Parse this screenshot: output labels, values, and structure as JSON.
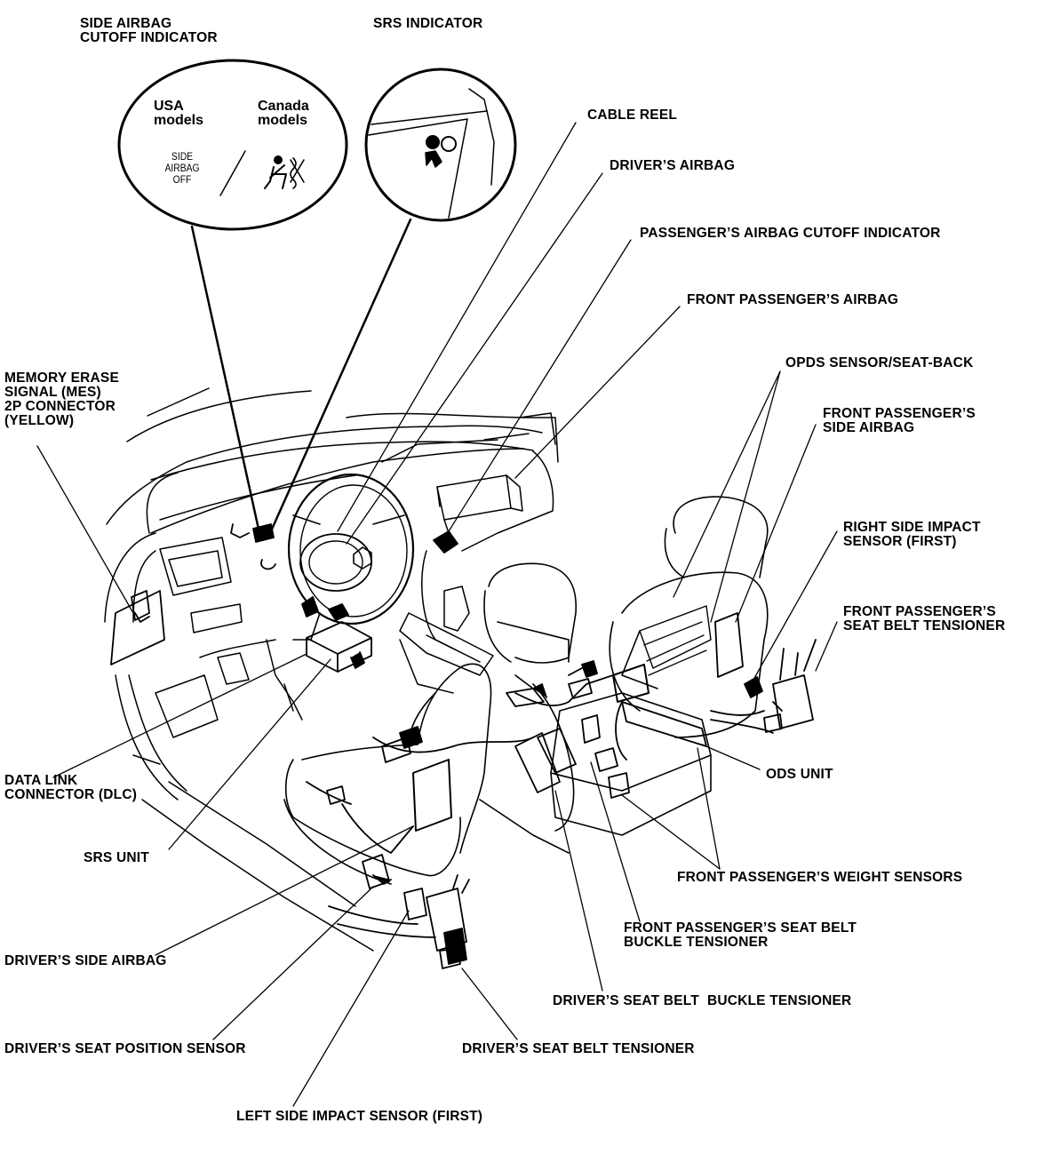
{
  "labels": {
    "side_airbag_cutoff_indicator": "SIDE AIRBAG\nCUTOFF INDICATOR",
    "srs_indicator": "SRS INDICATOR",
    "cable_reel": "CABLE REEL",
    "drivers_airbag": "DRIVER’S AIRBAG",
    "passengers_airbag_cutoff_indicator": "PASSENGER’S AIRBAG CUTOFF INDICATOR",
    "front_passengers_airbag": "FRONT PASSENGER’S AIRBAG",
    "opds_sensor": "OPDS SENSOR/SEAT-BACK",
    "front_passengers_side_airbag": "FRONT PASSENGER’S\nSIDE AIRBAG",
    "right_side_impact_sensor": "RIGHT SIDE IMPACT\nSENSOR (FIRST)",
    "front_passengers_seat_belt_tensioner": "FRONT PASSENGER’S\nSEAT BELT TENSIONER",
    "memory_erase_signal": "MEMORY ERASE\nSIGNAL (MES)\n2P CONNECTOR\n(YELLOW)",
    "ods_unit": "ODS UNIT",
    "data_link_connector": "DATA LINK\nCONNECTOR (DLC)",
    "srs_unit": "SRS UNIT",
    "front_passengers_weight_sensors": "FRONT PASSENGER’S WEIGHT SENSORS",
    "front_passengers_buckle_tensioner": "FRONT PASSENGER’S SEAT BELT\nBUCKLE TENSIONER",
    "drivers_side_airbag": "DRIVER’S SIDE AIRBAG",
    "drivers_buckle_tensioner": "DRIVER’S SEAT BELT  BUCKLE TENSIONER",
    "drivers_seat_position_sensor": "DRIVER’S SEAT POSITION SENSOR",
    "drivers_seat_belt_tensioner": "DRIVER’S SEAT BELT TENSIONER",
    "left_side_impact_sensor": "LEFT SIDE IMPACT SENSOR (FIRST)"
  },
  "inset_left": {
    "usa_models": "USA\nmodels",
    "canada_models": "Canada\nmodels",
    "side_airbag_off": "SIDE\nAIRBAG\nOFF",
    "icon": "seatbelt-airbag-off-icon"
  },
  "inset_right": {
    "icon": "airbag-person-icon"
  }
}
